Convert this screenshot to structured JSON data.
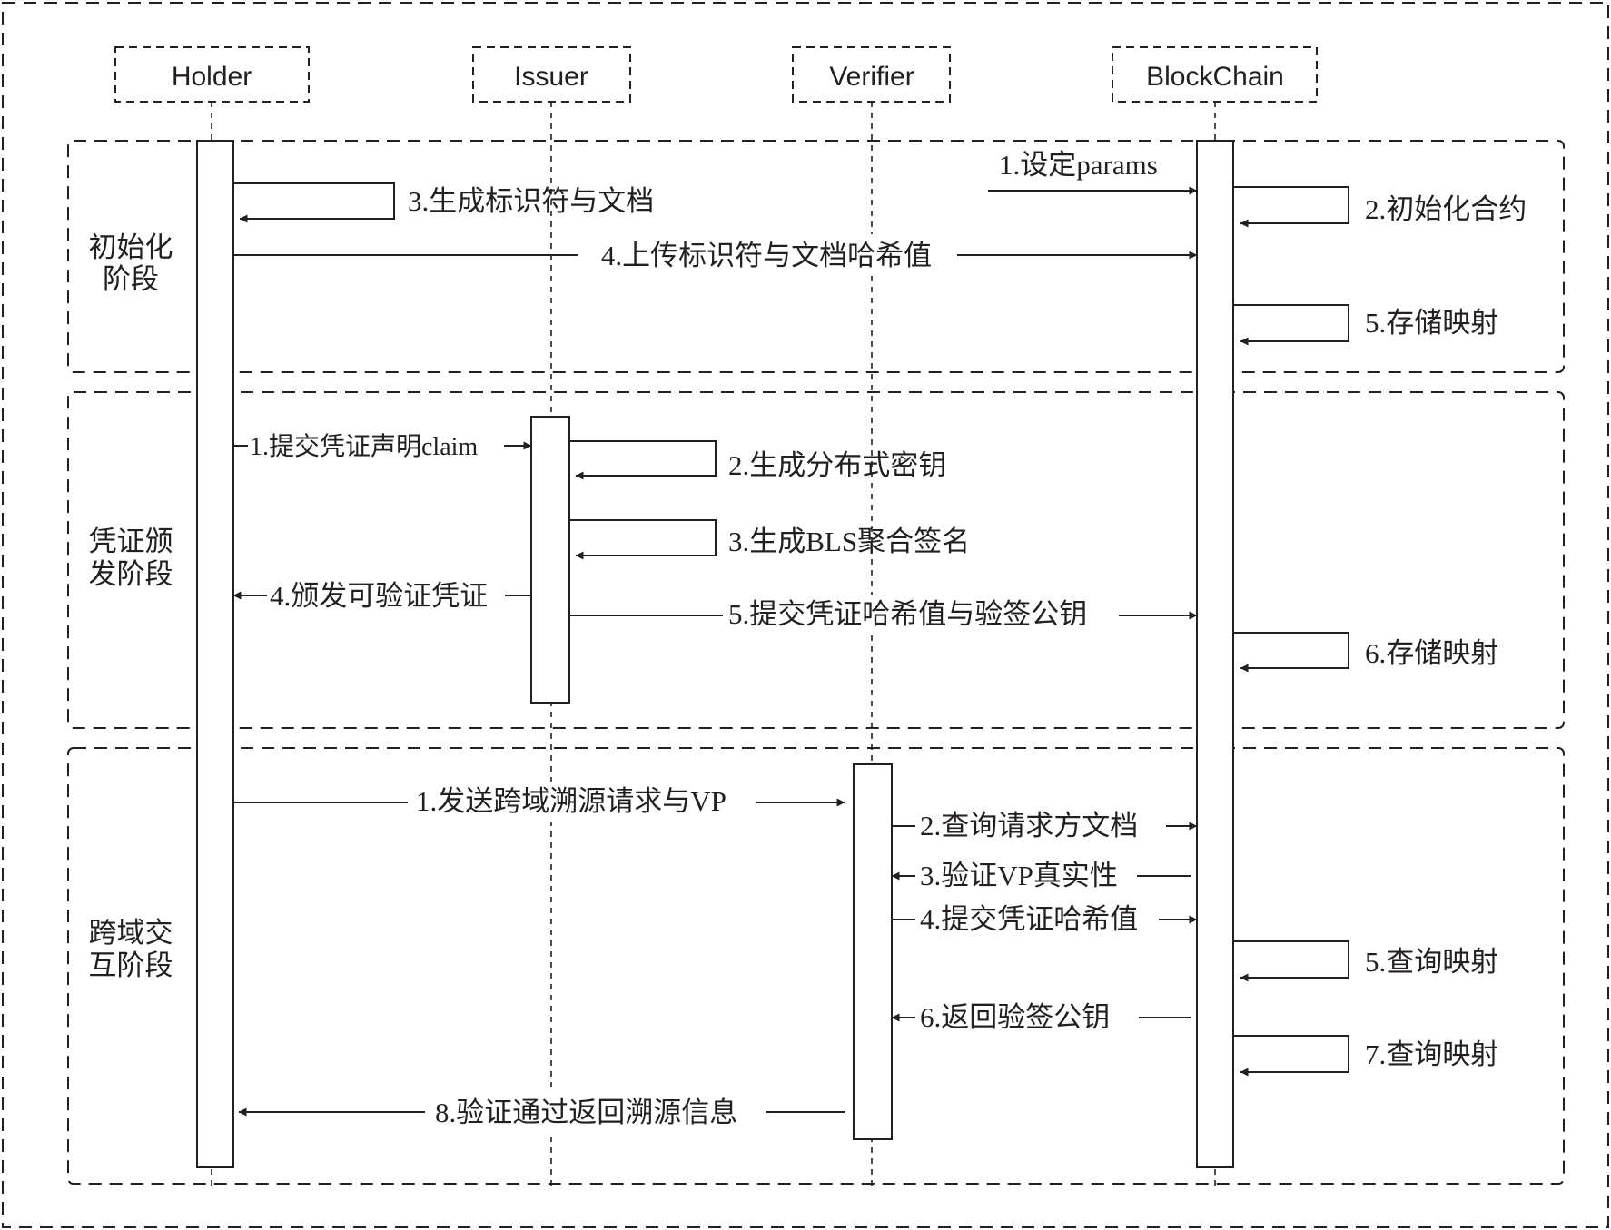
{
  "actors": {
    "holder": "Holder",
    "issuer": "Issuer",
    "verifier": "Verifier",
    "blockchain": "BlockChain"
  },
  "phases": {
    "init": [
      "初始化",
      "阶段"
    ],
    "issue": [
      "凭证颁",
      "发阶段"
    ],
    "cross": [
      "跨域交",
      "互阶段"
    ]
  },
  "messages": {
    "init": {
      "m1": "1.设定params",
      "m2": "2.初始化合约",
      "m3": "3.生成标识符与文档",
      "m4": "4.上传标识符与文档哈希值",
      "m5": "5.存储映射"
    },
    "issue": {
      "m1": "1.提交凭证声明claim",
      "m2": "2.生成分布式密钥",
      "m3": "3.生成BLS聚合签名",
      "m4": "4.颁发可验证凭证",
      "m5": "5.提交凭证哈希值与验签公钥",
      "m6": "6.存储映射"
    },
    "cross": {
      "m1": "1.发送跨域溯源请求与VP",
      "m2": "2.查询请求方文档",
      "m3": "3.验证VP真实性",
      "m4": "4.提交凭证哈希值",
      "m5": "5.查询映射",
      "m6": "6.返回验签公钥",
      "m7": "7.查询映射",
      "m8": "8.验证通过返回溯源信息"
    }
  }
}
